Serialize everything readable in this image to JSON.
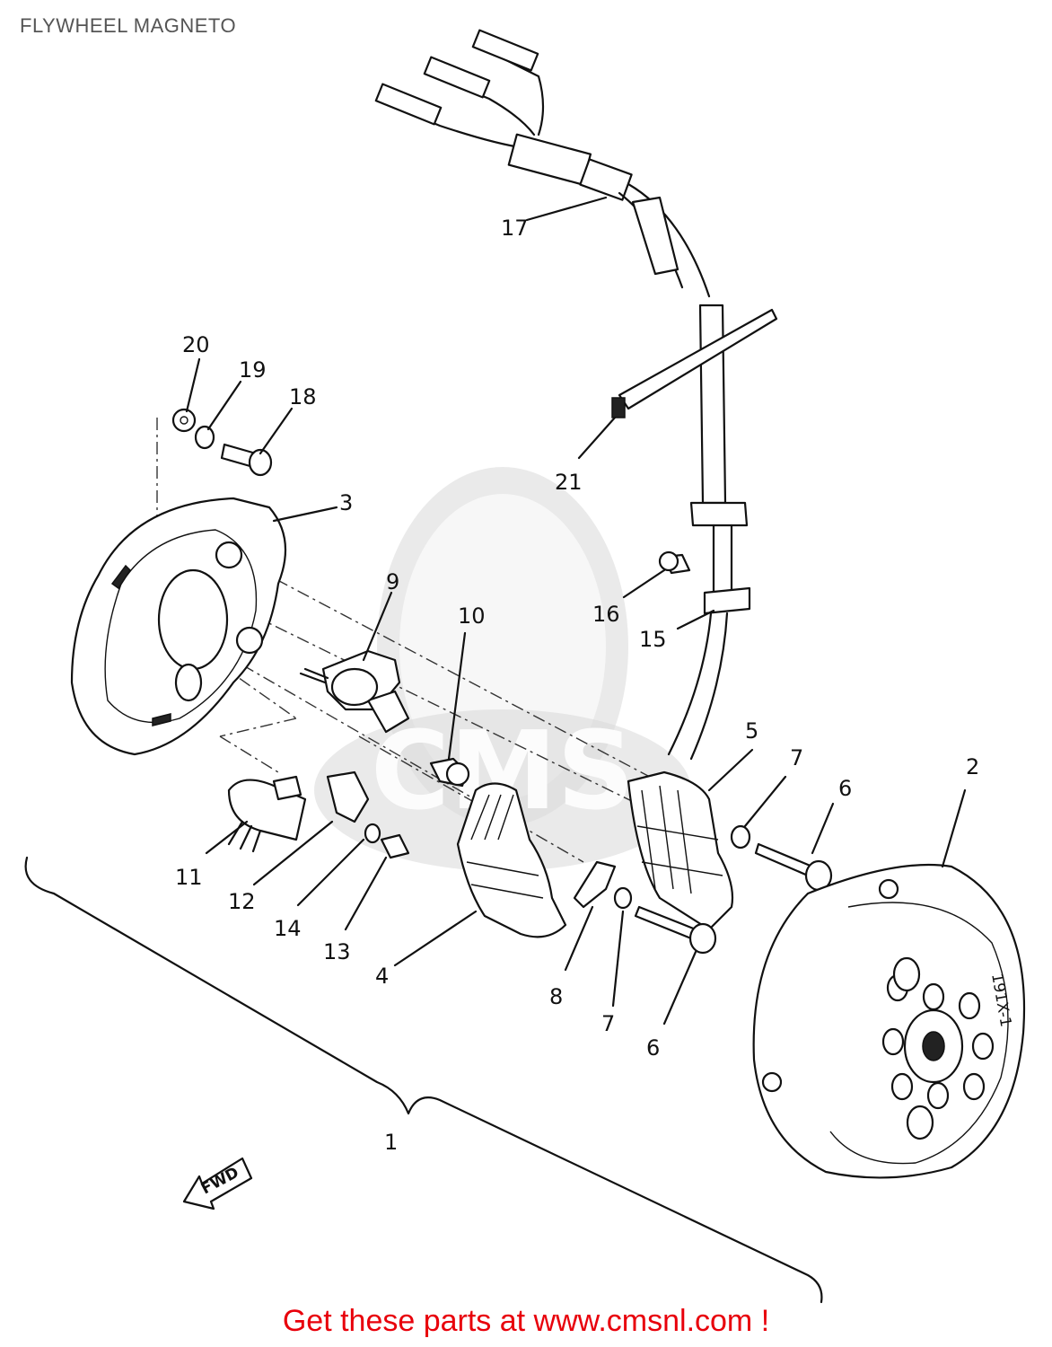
{
  "title": "FLYWHEEL MAGNETO",
  "footer": "Get these parts at www.cmsnl.com !",
  "watermark": "CMS",
  "fwd_label": "FWD",
  "flywheel_marking": "191X-1",
  "labels": {
    "p1": "1",
    "p2": "2",
    "p3": "3",
    "p4": "4",
    "p5": "5",
    "p6a": "6",
    "p6b": "6",
    "p7a": "7",
    "p7b": "7",
    "p8": "8",
    "p9": "9",
    "p10": "10",
    "p11": "11",
    "p12": "12",
    "p13": "13",
    "p14": "14",
    "p15": "15",
    "p16": "16",
    "p17": "17",
    "p18": "18",
    "p19": "19",
    "p20": "20",
    "p21": "21"
  },
  "colors": {
    "footer": "#e8000b",
    "title": "#555555",
    "ink": "#111111",
    "watermark": "#d8d8d8"
  }
}
